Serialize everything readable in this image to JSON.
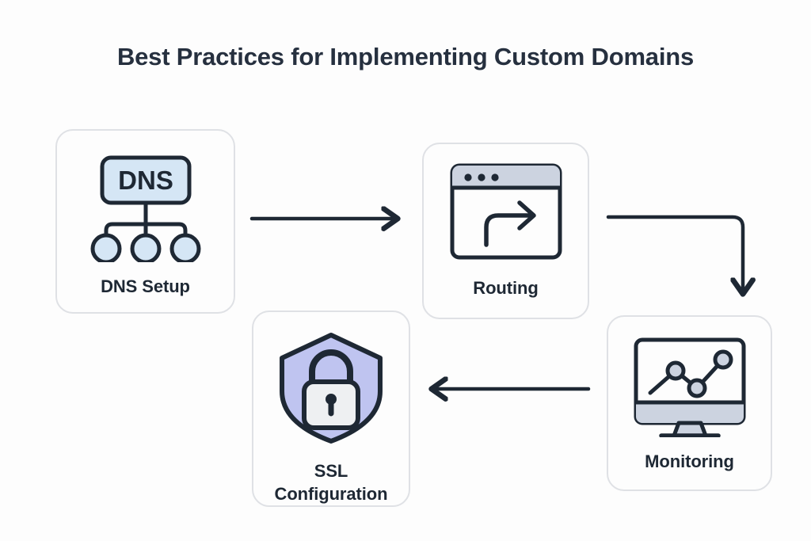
{
  "page": {
    "title": "Best Practices for Implementing Custom Domains",
    "background_color": "#fdfdfd"
  },
  "theme": {
    "ink": "#1e2834",
    "title_color": "#26303f",
    "card_border": "#dfe1e5",
    "card_fill": "#fdfdfd",
    "accent_blue": "#d5e6f5",
    "accent_slate": "#ccd3e0",
    "accent_periwinkle": "#bfc4f0",
    "accent_light_gray": "#eef0f2",
    "arrow_color": "#1e2834"
  },
  "diagram": {
    "type": "flow",
    "nodes": [
      {
        "id": "dns-setup",
        "label": "DNS Setup",
        "icon": "dns-tree-icon",
        "icon_text": "DNS",
        "leaf_count": 3,
        "fill": "#d5e6f5"
      },
      {
        "id": "routing",
        "label": "Routing",
        "icon": "browser-redirect-icon",
        "titlebar_dots": 3,
        "fill": "#ccd3e0"
      },
      {
        "id": "monitoring",
        "label": "Monitoring",
        "icon": "monitor-linechart-icon",
        "chart_points": 3,
        "fill": "#ccd3e0"
      },
      {
        "id": "ssl-configuration",
        "label": "SSL\nConfiguration",
        "label_line1": "SSL",
        "label_line2": "Configuration",
        "icon": "shield-lock-icon",
        "fill": "#bfc4f0"
      }
    ],
    "connectors": [
      {
        "id": "dns-to-routing",
        "from": "dns-setup",
        "to": "routing",
        "shape": "straight-right",
        "direction": "right"
      },
      {
        "id": "routing-to-monitoring",
        "from": "routing",
        "to": "monitoring",
        "shape": "elbow-right-down",
        "direction": "down"
      },
      {
        "id": "monitoring-to-ssl",
        "from": "monitoring",
        "to": "ssl-configuration",
        "shape": "straight-left",
        "direction": "left"
      }
    ]
  }
}
